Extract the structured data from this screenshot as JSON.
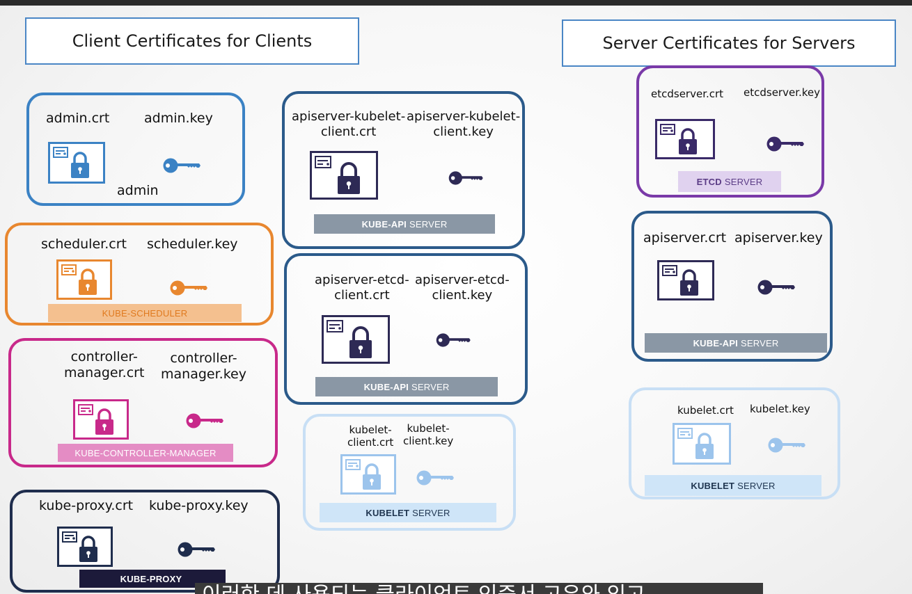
{
  "headers": {
    "client": "Client Certificates for Clients",
    "server": "Server Certificates for Servers"
  },
  "client_cards": {
    "admin": {
      "crt": "admin.crt",
      "key": "admin.key",
      "name": "admin",
      "color": "#3b82c4"
    },
    "scheduler": {
      "crt": "scheduler.crt",
      "key": "scheduler.key",
      "bar_bold": "",
      "bar_text": "KUBE-SCHEDULER",
      "color": "#e8872f"
    },
    "controller_manager": {
      "crt": "controller-\nmanager.crt",
      "key": "controller-\nmanager.key",
      "bar_bold": "",
      "bar_text": "KUBE-CONTROLLER-MANAGER",
      "color": "#c8298a"
    },
    "kube_proxy": {
      "crt": "kube-proxy.crt",
      "key": "kube-proxy.key",
      "bar_bold": "KUBE-PROXY",
      "bar_text": "",
      "color": "#1f2d4d"
    },
    "apiserver_kubelet_client": {
      "crt": "apiserver-kubelet-\nclient.crt",
      "key": "apiserver-kubelet-\nclient.key",
      "bar_bold": "KUBE-API",
      "bar_text": "SERVER",
      "color": "#2b5a8a"
    },
    "apiserver_etcd_client": {
      "crt": "apiserver-etcd-\nclient.crt",
      "key": "apiserver-etcd-\nclient.key",
      "bar_bold": "KUBE-API",
      "bar_text": "SERVER",
      "color": "#2b5a8a"
    },
    "kubelet_client": {
      "crt": "kubelet-\nclient.crt",
      "key": "kubelet-\nclient.key",
      "bar_bold": "KUBELET",
      "bar_text": "SERVER",
      "color": "#b9d6f2"
    }
  },
  "server_cards": {
    "etcd": {
      "crt": "etcdserver.crt",
      "key": "etcdserver.key",
      "bar_bold": "ETCD",
      "bar_text": "SERVER",
      "color": "#7a3aa8"
    },
    "apiserver": {
      "crt": "apiserver.crt",
      "key": "apiserver.key",
      "bar_bold": "KUBE-API",
      "bar_text": "SERVER",
      "color": "#2b5a8a"
    },
    "kubelet": {
      "crt": "kubelet.crt",
      "key": "kubelet.key",
      "bar_bold": "KUBELET",
      "bar_text": "SERVER",
      "color": "#b9d6f2"
    }
  },
  "subtitle": "이러한 데 사용되는 클라이언트 인증서 고유와 있고"
}
